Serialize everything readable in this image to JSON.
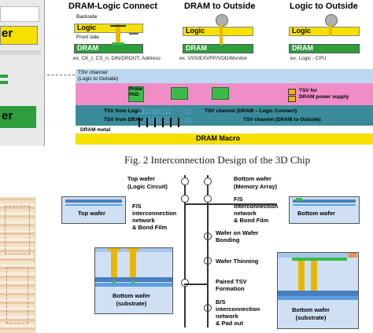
{
  "top_headers": [
    "DRAM-Logic Connect",
    "DRAM to Outside",
    "Logic to Outside"
  ],
  "panel1": {
    "backside": "Backside",
    "logic": "Logic",
    "frontside": "Front side",
    "dram": "DRAM",
    "example": "ex. CK_t, CS_n, DIN/DROUT, Address"
  },
  "panel2": {
    "logic": "Logic",
    "dram": "DRAM",
    "example": "ex. VSS/EXVPP/VDD/Monitor"
  },
  "panel3": {
    "logic": "Logic",
    "dram": "DRAM",
    "example": "ex. Logic - CPU"
  },
  "cross_section": {
    "tsv_channel_logic_outside": "TSV channel\n(Logic to Outside)",
    "probe_pad": "Probe\nPAD",
    "tsv_power": "TSV for\nDRAM power supply",
    "tsv_from_logic": "TSV from Logic",
    "tsv_from_dram": "TSV from DRAM",
    "tsv_channel_dram_logic": "TSV channel (DRAM – Logic Connect)",
    "tsv_channel_dram_outside": "TSV channel (DRAM to Outside)",
    "dram_metal": "DRAM metal",
    "dram_macro": "DRAM Macro"
  },
  "left_fragment": {
    "label_top": "er",
    "label_bottom": "er"
  },
  "figure_caption": "Fig. 2 Interconnection Design of the 3D Chip",
  "flow": {
    "top_wafer_title": "Top wafer\n(Logic Circuit)",
    "bottom_wafer_title": "Bottom wafer\n(Memory Array)",
    "left_steps": [
      "F/S\ninterconnection\nnetwork\n& Bond Film",
      "Paired TSV\nFormation"
    ],
    "right_steps": [
      "F/S\ninterconnection\nnetwork\n& Bond Film",
      "Wafer on Wafer\nBonding",
      "Wafer Thinning",
      "B/S\ninterconnection\nnetwork\n& Pad out"
    ],
    "top_wafer_label": "Top wafer",
    "bottom_wafer_label": "Bottom wafer",
    "bottom_wafer_substrate": "Bottom wafer\n(substrate)",
    "bottom_wafer_substrate_2": "Bottom wafer\n(substrate)"
  },
  "colors": {
    "logic_yellow": "#f5e000",
    "dram_green": "#2e9d3b",
    "pink": "#f08cc8",
    "teal": "#3a8c9a",
    "blue_band": "#bcd8f0",
    "tsv_gold": "#e8b800",
    "pad_green": "#3dbb4a"
  }
}
